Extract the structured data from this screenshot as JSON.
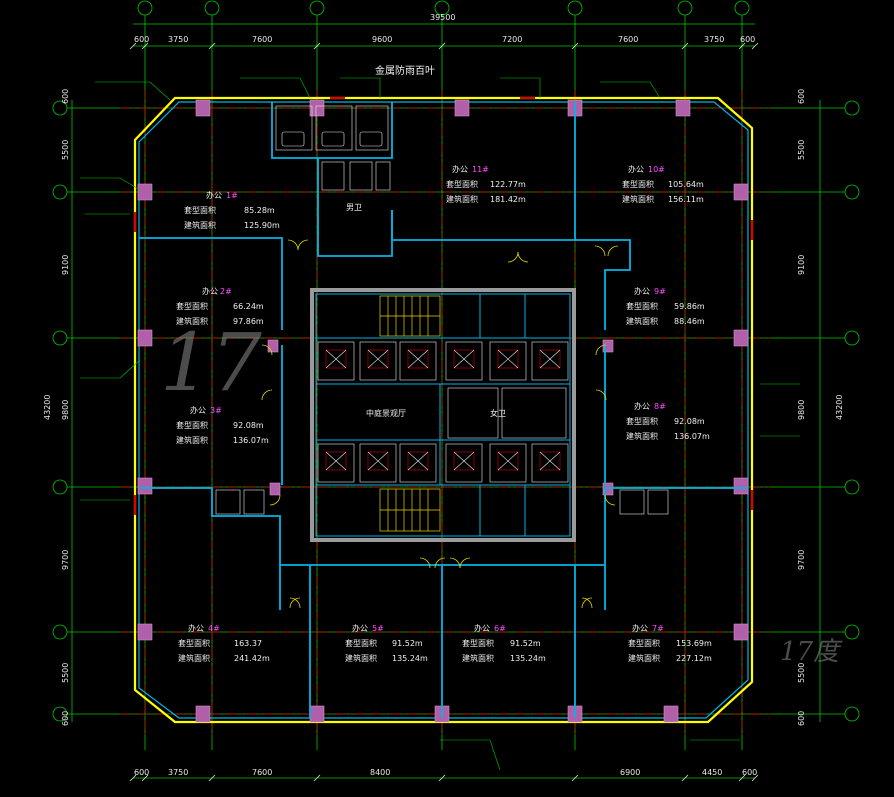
{
  "overall": {
    "top": "39500",
    "side": "43200"
  },
  "dims_top": [
    "600",
    "3750",
    "7600",
    "9600",
    "7200",
    "7600",
    "3750",
    "600"
  ],
  "dims_bottom": [
    "600",
    "3750",
    "7600",
    "8400",
    "6900",
    "4450",
    "600"
  ],
  "dims_side": [
    "600",
    "5500",
    "9100",
    "9800",
    "9700",
    "5500",
    "600"
  ],
  "banner": "金属防雨百叶",
  "hall": "中庭景观厅",
  "wc1": "男卫",
  "wc2": "女卫",
  "watermark": {
    "big": "17",
    "small": "17度"
  },
  "rooms": [
    {
      "name": "办公",
      "no": "1#",
      "a": "套型面积",
      "b": "建筑面积",
      "v1": "85.28m",
      "v2": "125.90m"
    },
    {
      "name": "办公",
      "no": "2#",
      "a": "套型面积",
      "b": "建筑面积",
      "v1": "66.24m",
      "v2": "97.86m"
    },
    {
      "name": "办公",
      "no": "3#",
      "a": "套型面积",
      "b": "建筑面积",
      "v1": "92.08m",
      "v2": "136.07m"
    },
    {
      "name": "办公",
      "no": "4#",
      "a": "套型面积",
      "b": "建筑面积",
      "v1": "163.37",
      "v2": "241.42m"
    },
    {
      "name": "办公",
      "no": "5#",
      "a": "套型面积",
      "b": "建筑面积",
      "v1": "91.52m",
      "v2": "135.24m"
    },
    {
      "name": "办公",
      "no": "6#",
      "a": "套型面积",
      "b": "建筑面积",
      "v1": "91.52m",
      "v2": "135.24m"
    },
    {
      "name": "办公",
      "no": "7#",
      "a": "套型面积",
      "b": "建筑面积",
      "v1": "153.69m",
      "v2": "227.12m"
    },
    {
      "name": "办公",
      "no": "8#",
      "a": "套型面积",
      "b": "建筑面积",
      "v1": "92.08m",
      "v2": "136.07m"
    },
    {
      "name": "办公",
      "no": "9#",
      "a": "套型面积",
      "b": "建筑面积",
      "v1": "59.86m",
      "v2": "88.46m"
    },
    {
      "name": "办公",
      "no": "10#",
      "a": "套型面积",
      "b": "建筑面积",
      "v1": "105.64m",
      "v2": "156.11m"
    },
    {
      "name": "办公",
      "no": "11#",
      "a": "套型面积",
      "b": "建筑面积",
      "v1": "122.77m",
      "v2": "181.42m"
    }
  ],
  "colors": {
    "grid": "#00c800",
    "axis": "#e00000",
    "wall": "#00b4e6",
    "outer": "#ffff00",
    "column": "#b060a8",
    "stair": "#e6d600",
    "label": "#ff4dff"
  }
}
